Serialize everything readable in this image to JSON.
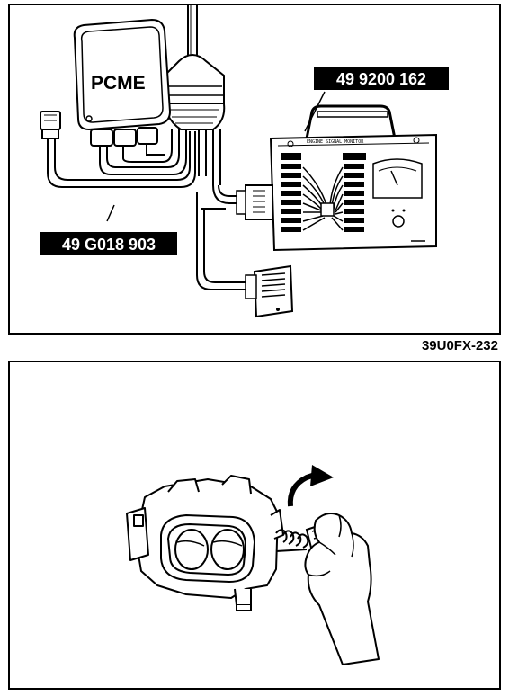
{
  "top_figure": {
    "module_label": "PCME",
    "tool_label_monitor": "49 9200 162",
    "tool_label_harness": "49 G018 903"
  },
  "caption": "39U0FX-232"
}
